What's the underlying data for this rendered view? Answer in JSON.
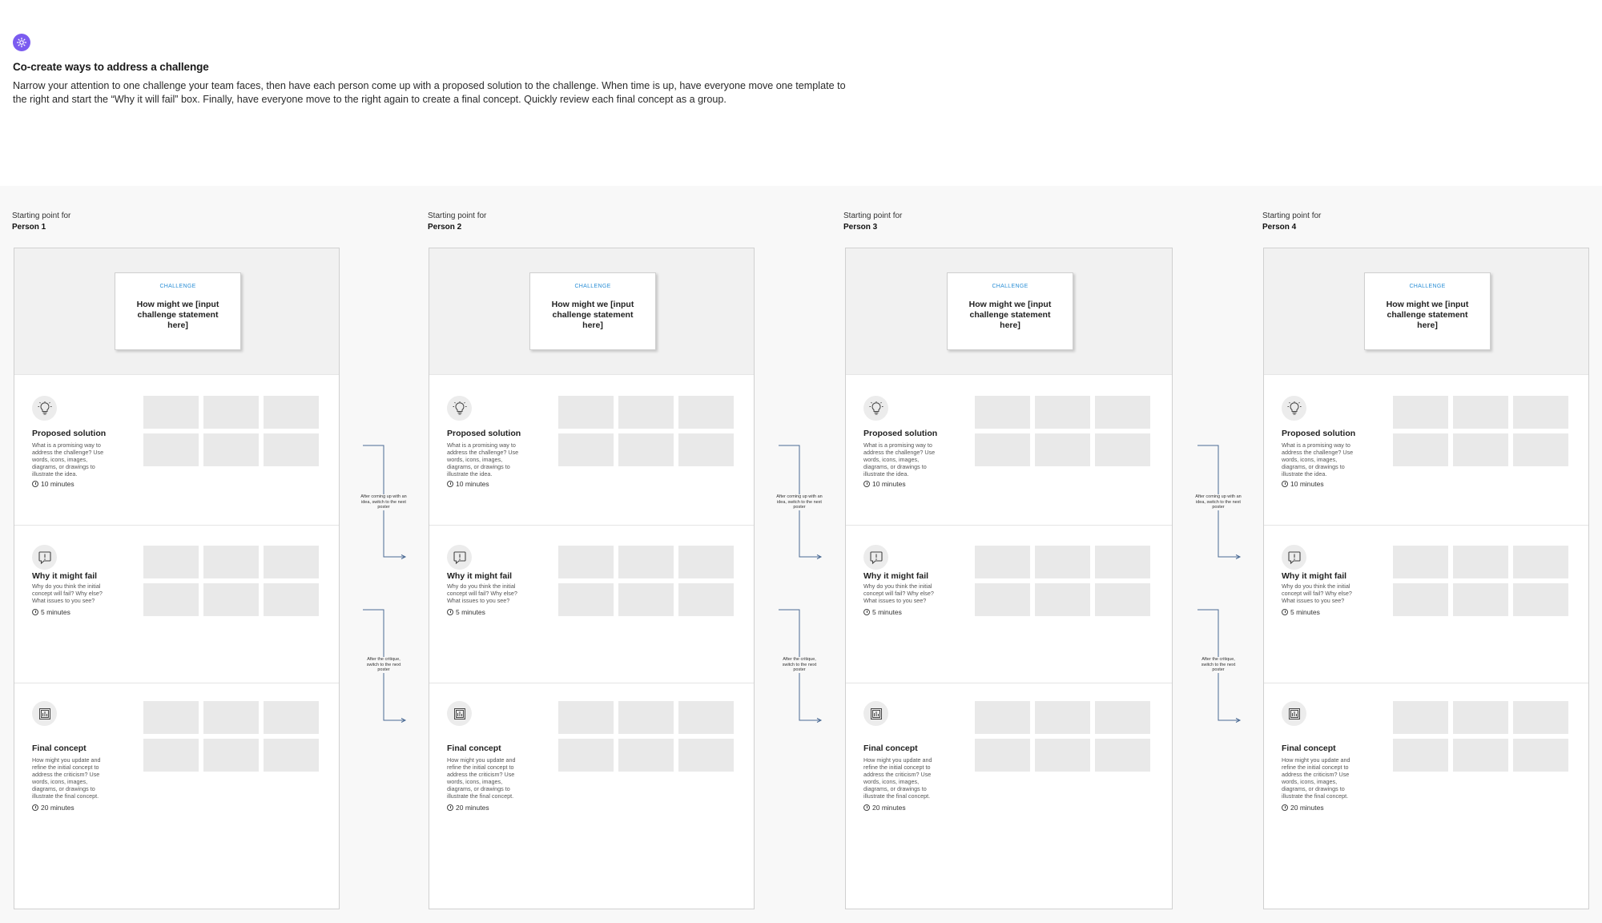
{
  "header": {
    "icon": "sparkle-icon",
    "title": "Co-create ways to address a challenge",
    "description": "Narrow your attention to one challenge your team faces, then have each person come up with a proposed solution to the challenge. When time is up, have everyone move one template to the right and start the “Why it will fail” box. Finally, have everyone move to the right again to create a final concept. Quickly review each final concept as a group."
  },
  "columns": [
    {
      "caption": "Starting point for",
      "person": "Person 1"
    },
    {
      "caption": "Starting point for",
      "person": "Person 2"
    },
    {
      "caption": "Starting point for",
      "person": "Person 3"
    },
    {
      "caption": "Starting point for",
      "person": "Person 4"
    }
  ],
  "challenge": {
    "kicker": "CHALLENGE",
    "text": "How might we [input challenge statement here]"
  },
  "sections": {
    "proposed": {
      "icon": "lightbulb-icon",
      "title": "Proposed solution",
      "desc": "What is a promising way to address the challenge? Use words, icons, images, diagrams, or drawings to illustrate the idea.",
      "time": "10 minutes"
    },
    "fail": {
      "icon": "exclamation-icon",
      "title": "Why it might fail",
      "desc": "Why do you think the initial concept will fail? Why else? What issues to you see?",
      "time": "5 minutes"
    },
    "final": {
      "icon": "chart-image-icon",
      "title": "Final concept",
      "desc": "How might you update and refine the initial concept to address the criticism? Use words, icons, images, diagrams, or drawings to illustrate the final concept.",
      "time": "20 minutes"
    }
  },
  "connectors": {
    "first": "After coming up with an idea, switch to the next poster",
    "second": "After the critique, switch to the next poster"
  },
  "colors": {
    "accent": "#7b5cf0",
    "kicker": "#2b8fd6",
    "connector": "#4a6a94"
  }
}
